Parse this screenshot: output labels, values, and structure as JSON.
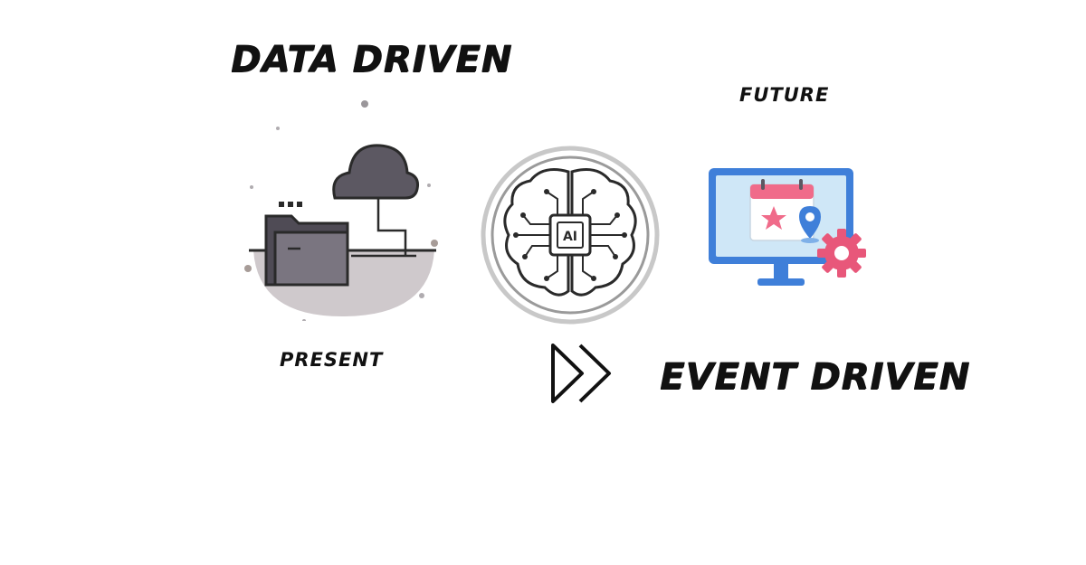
{
  "titles": {
    "data_driven": "DATA DRIVEN",
    "event_driven": "EVENT DRIVEN"
  },
  "labels": {
    "present": "PRESENT",
    "future": "FUTURE"
  },
  "ai_chip_text": "AI",
  "icons": {
    "present": "cloud-folder-icon",
    "middle": "ai-brain-icon",
    "future": "calendar-monitor-icon",
    "transition": "fast-forward-icon"
  },
  "colors": {
    "text": "#111111",
    "folder": "#6b6670",
    "cloud": "#5c5862",
    "ground": "#cfc9cc",
    "monitor_frame": "#3f7fd9",
    "monitor_screen": "#cfe7f7",
    "calendar_header": "#f06b8a",
    "star": "#f06b8a",
    "gear": "#e8577a",
    "pin": "#3f7fd9"
  }
}
